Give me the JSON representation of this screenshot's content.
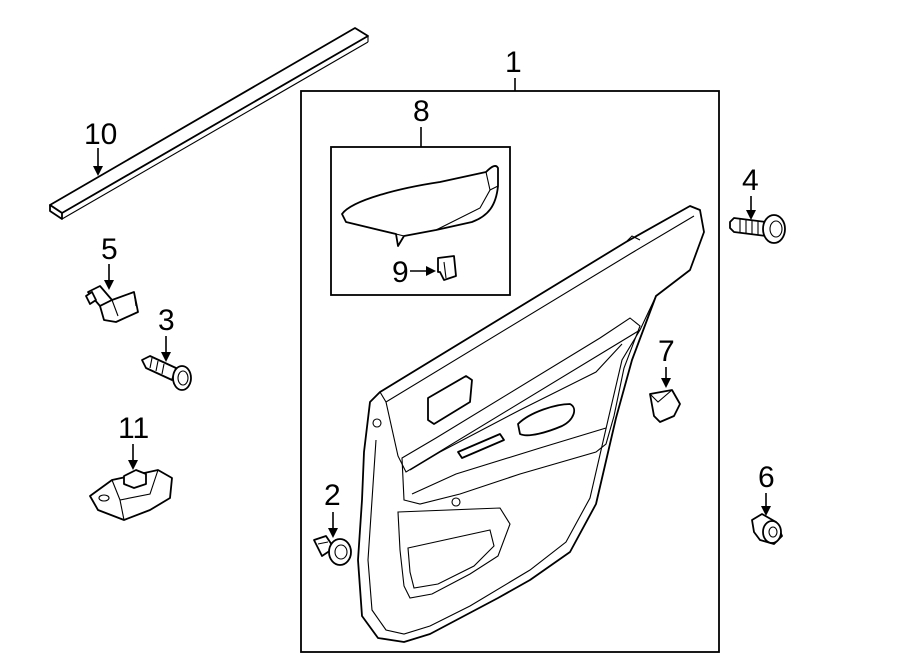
{
  "callouts": [
    {
      "id": "1",
      "label": "1"
    },
    {
      "id": "2",
      "label": "2"
    },
    {
      "id": "3",
      "label": "3"
    },
    {
      "id": "4",
      "label": "4"
    },
    {
      "id": "5",
      "label": "5"
    },
    {
      "id": "6",
      "label": "6"
    },
    {
      "id": "7",
      "label": "7"
    },
    {
      "id": "8",
      "label": "8"
    },
    {
      "id": "9",
      "label": "9"
    },
    {
      "id": "10",
      "label": "10"
    },
    {
      "id": "11",
      "label": "11"
    }
  ],
  "colors": {
    "ink": "#000000",
    "paper": "#ffffff"
  },
  "parts": [
    {
      "callout": "1",
      "icon": "door-trim-panel-icon"
    },
    {
      "callout": "2",
      "icon": "push-clip-icon"
    },
    {
      "callout": "3",
      "icon": "screw-grommet-icon"
    },
    {
      "callout": "4",
      "icon": "bolt-icon"
    },
    {
      "callout": "5",
      "icon": "retainer-clip-icon"
    },
    {
      "callout": "6",
      "icon": "nut-clip-icon"
    },
    {
      "callout": "7",
      "icon": "pad-icon"
    },
    {
      "callout": "8",
      "icon": "pull-handle-icon"
    },
    {
      "callout": "9",
      "icon": "small-clip-icon"
    },
    {
      "callout": "10",
      "icon": "weatherstrip-icon"
    },
    {
      "callout": "11",
      "icon": "bracket-icon"
    }
  ]
}
